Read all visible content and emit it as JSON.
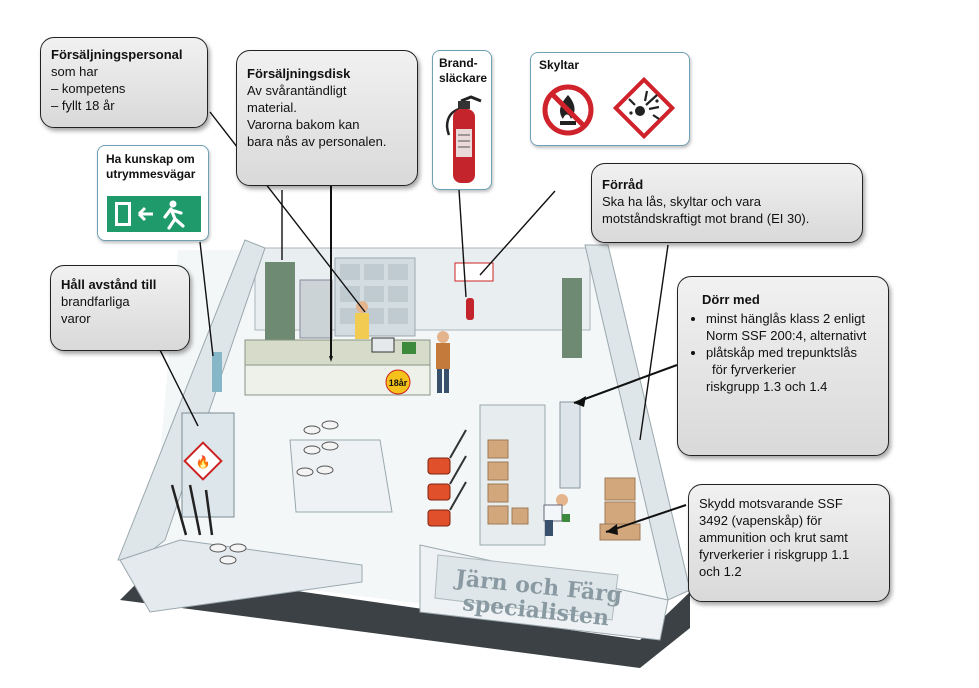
{
  "callouts": {
    "salesperson": {
      "title": "Försäljningspersonal",
      "lines": [
        "som har",
        "– kompetens",
        "– fyllt 18 år"
      ]
    },
    "counter": {
      "title": "Försäljningsdisk",
      "lines": [
        "Av svårantändligt",
        "material.",
        "Varorna bakom kan",
        "bara nås av personalen."
      ]
    },
    "storage": {
      "title": "Förråd",
      "lines": [
        "Ska ha lås, skyltar och vara",
        "motståndskraftigt mot brand (EI 30)."
      ]
    },
    "distance": {
      "title": "Håll avstånd till",
      "lines": [
        "brandfarliga",
        "varor"
      ]
    },
    "door": {
      "title": "Dörr med",
      "bullets": [
        "minst hänglås klass 2 enligt Norm SSF 200:4, alternativt",
        "plåtskåp med trepunktslås"
      ],
      "tail": [
        "för fyrverkerier",
        "riskgrupp 1.3 och 1.4"
      ]
    },
    "protection": {
      "lines": [
        "Skydd motsvarande SSF",
        "3492 (vapenskåp) för",
        "ammunition och krut samt",
        "fyrverkerier i riskgrupp 1.1",
        "och 1.2"
      ]
    }
  },
  "signs": {
    "escape": {
      "title": "Ha kunskap om utrymmesvägar",
      "icon": "emergency-exit-icon",
      "color": "#1f9a6a"
    },
    "extinguisher": {
      "title": "Brand-\nsläckare",
      "icon": "fire-extinguisher-icon",
      "color": "#c4242b"
    },
    "warnings": {
      "title": "Skyltar",
      "icons": [
        "no-open-flame-icon",
        "explosive-hazard-icon"
      ],
      "color": "#d0222a"
    }
  },
  "scene": {
    "store_sign_line1": "Järn och Färg",
    "store_sign_line2": "specialisten",
    "age_badge": "18år"
  }
}
